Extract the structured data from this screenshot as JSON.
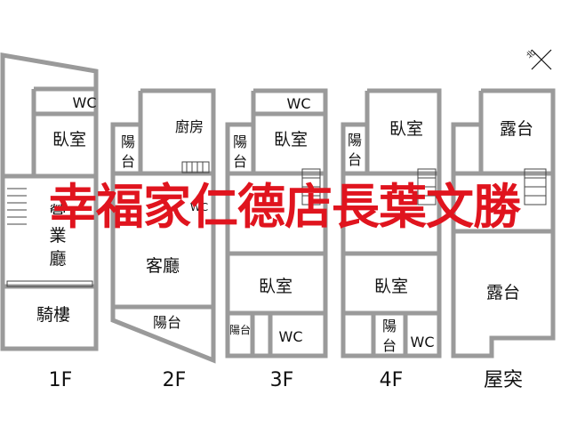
{
  "floors": [
    {
      "label": "1F",
      "rooms": [
        "WC",
        "臥室",
        "營",
        "業",
        "廳",
        "騎樓"
      ]
    },
    {
      "label": "2F",
      "rooms": [
        "廚房",
        "陽",
        "台",
        "WC",
        "客廳",
        "陽台"
      ]
    },
    {
      "label": "3F",
      "rooms": [
        "WC",
        "臥室",
        "陽",
        "台",
        "臥室",
        "陽台",
        "WC"
      ]
    },
    {
      "label": "4F",
      "rooms": [
        "臥室",
        "陽",
        "台",
        "臥室",
        "陽",
        "台",
        "WC"
      ]
    },
    {
      "label": "屋突",
      "rooms": [
        "露台",
        "露台"
      ]
    }
  ],
  "overlay_text": "幸福家仁德店長葉文勝",
  "compass_label": "北",
  "colors": {
    "wall": "#9a9a9a",
    "overlay": "#e0141e",
    "stair": "#444444"
  }
}
